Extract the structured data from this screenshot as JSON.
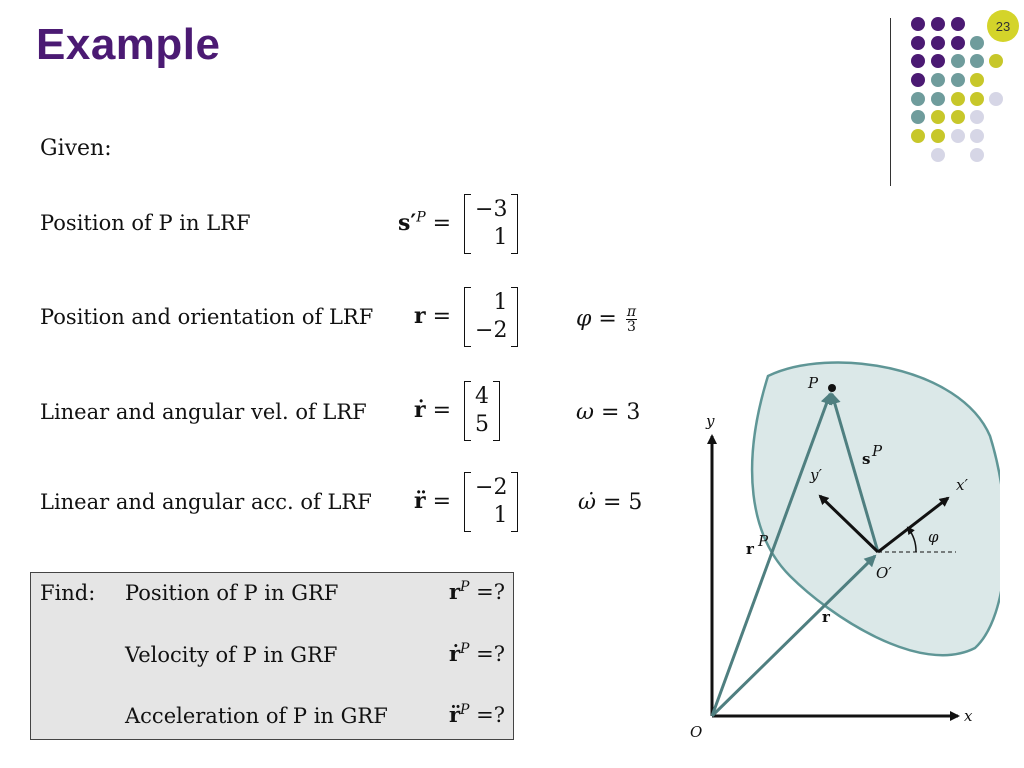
{
  "title": "Example",
  "page_number": "23",
  "given_label": "Given:",
  "rows": [
    {
      "label": "Position of P in LRF",
      "symbol": "s′",
      "sup": "P",
      "matrix": [
        "−3",
        "1"
      ]
    },
    {
      "label": "Position and orientation of LRF",
      "symbol": "r",
      "matrix": [
        "1",
        "−2"
      ],
      "extra_sym": "φ",
      "extra_eq": " = ",
      "frac_num": "π",
      "frac_den": "3"
    },
    {
      "label": "Linear and angular vel. of LRF",
      "symbol": "ṙ",
      "matrix": [
        "4",
        "5"
      ],
      "extra_sym": "ω",
      "extra_val": " = 3"
    },
    {
      "label": "Linear and angular acc. of LRF",
      "symbol": "r̈",
      "matrix": [
        "−2",
        "1"
      ],
      "extra_sym": "ω̇",
      "extra_val": " = 5"
    }
  ],
  "find": {
    "label": "Find:",
    "items": [
      {
        "text": "Position of P in GRF",
        "symbol": "r",
        "sup": "P",
        "eq": " =?"
      },
      {
        "text": "Velocity of P in GRF",
        "symbol": "ṙ",
        "sup": "P",
        "eq": " =?"
      },
      {
        "text": "Acceleration of P in GRF",
        "symbol": "r̈",
        "sup": "P",
        "eq": " =?"
      }
    ]
  },
  "diagram": {
    "P": "P",
    "y": "y",
    "x": "x",
    "O": "O",
    "O_prime": "O′",
    "x_prime": "x′",
    "y_prime": "y′",
    "r": "r",
    "rP": "r",
    "rP_sup": "P",
    "sP": "s",
    "sP_sup": "P",
    "phi": "φ"
  },
  "colors": {
    "title": "#4b1a73",
    "dot_purple": "#4b1a73",
    "dot_teal": "#6f9c9c",
    "dot_yellow": "#c7c72a",
    "dot_lavender": "#d6d6e6",
    "body_fill": "#dbe8e8",
    "body_stroke": "#5f9696",
    "vector_teal": "#4f7f80"
  }
}
